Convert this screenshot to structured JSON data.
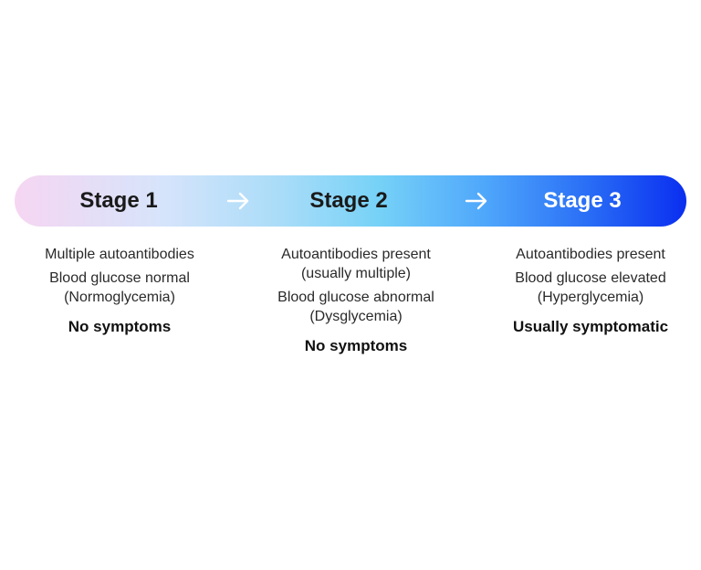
{
  "stages": [
    {
      "title": "Stage 1",
      "lines": [
        "Multiple autoantibodies",
        "Blood glucose normal",
        "(Normoglycemia)"
      ],
      "symptom": "No symptoms"
    },
    {
      "title": "Stage 2",
      "lines": [
        "Autoantibodies present",
        "(usually multiple)",
        "Blood glucose abnormal",
        "(Dysglycemia)"
      ],
      "symptom": "No symptoms"
    },
    {
      "title": "Stage 3",
      "lines": [
        "Autoantibodies present",
        "Blood glucose elevated",
        "(Hyperglycemia)"
      ],
      "symptom": "Usually symptomatic"
    }
  ],
  "icons": {
    "arrow": "right-arrow-icon"
  },
  "colors": {
    "gradient_start": "#f6d6f2",
    "gradient_mid": "#77d2f7",
    "gradient_end": "#0a2ef0",
    "arrow": "#ffffff"
  }
}
